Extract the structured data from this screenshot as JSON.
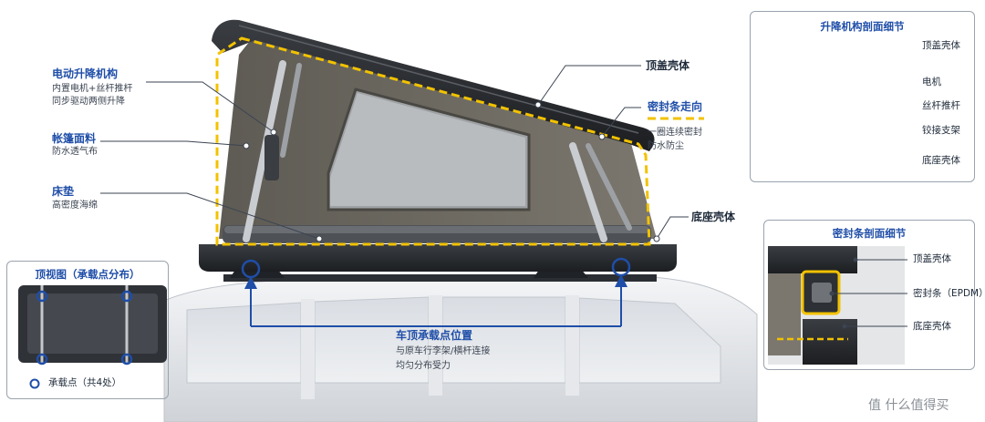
{
  "labels": {
    "motor_title": "电动升降机构",
    "motor_sub1": "内置电机+丝杆推杆",
    "motor_sub2": "同步驱动两侧升降",
    "fabric_title": "帐篷面料",
    "fabric_sub": "防水透气布",
    "mattress_title": "床垫",
    "mattress_sub": "高密度海绵",
    "top_shell": "顶盖壳体",
    "seal_route_title": "密封条走向",
    "seal_route_sub1": "一圈连续密封",
    "seal_route_sub2": "防水防尘",
    "base_shell": "底座壳体",
    "roof_points_title": "车顶承载点位置",
    "roof_points_sub1": "与原车行李架/横杆连接",
    "roof_points_sub2": "均匀分布受力"
  },
  "lift_panel": {
    "title": "升降机构剖面细节",
    "items": [
      "顶盖壳体",
      "电机",
      "丝杆推杆",
      "铰接支架",
      "底座壳体"
    ]
  },
  "seal_panel": {
    "title": "密封条剖面细节",
    "items": [
      "顶盖壳体",
      "密封条（EPDM）",
      "底座壳体"
    ]
  },
  "top_view_panel": {
    "title": "顶视图（承载点分布）",
    "legend": "承载点（共4处）"
  },
  "watermark": "值 什么值得买",
  "colors": {
    "accent_blue": "#1f4ea8",
    "seal_yellow": "#f2c200",
    "shell_dark": "#2a2d31",
    "fabric_gray": "#6f6c64"
  }
}
